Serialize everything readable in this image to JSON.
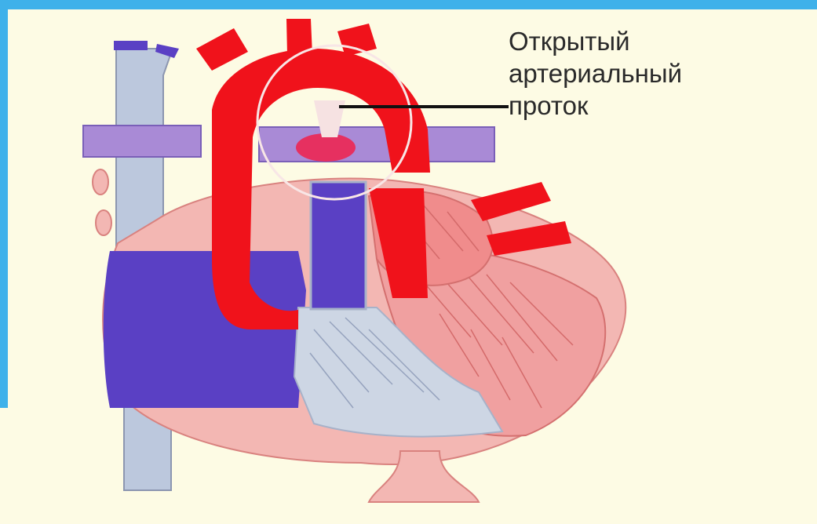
{
  "annotation": {
    "lines": [
      "Открытый",
      "артериальный",
      "проток"
    ]
  },
  "colors": {
    "frame_blue": "#3fb1ea",
    "background": "#fdfbe4",
    "artery_red": "#f0121b",
    "vein_blue": "#5a40c4",
    "heart_pink": "#f3b7b3",
    "chamber_pink": "#f08c8c",
    "venous_gray": "#bcc8dd",
    "vessel_purple": "#a98ad6",
    "pointer_black": "#111111"
  },
  "icons": [
    "heart-diagram",
    "pulmonary-artery",
    "superior-vena-cava",
    "aorta"
  ]
}
